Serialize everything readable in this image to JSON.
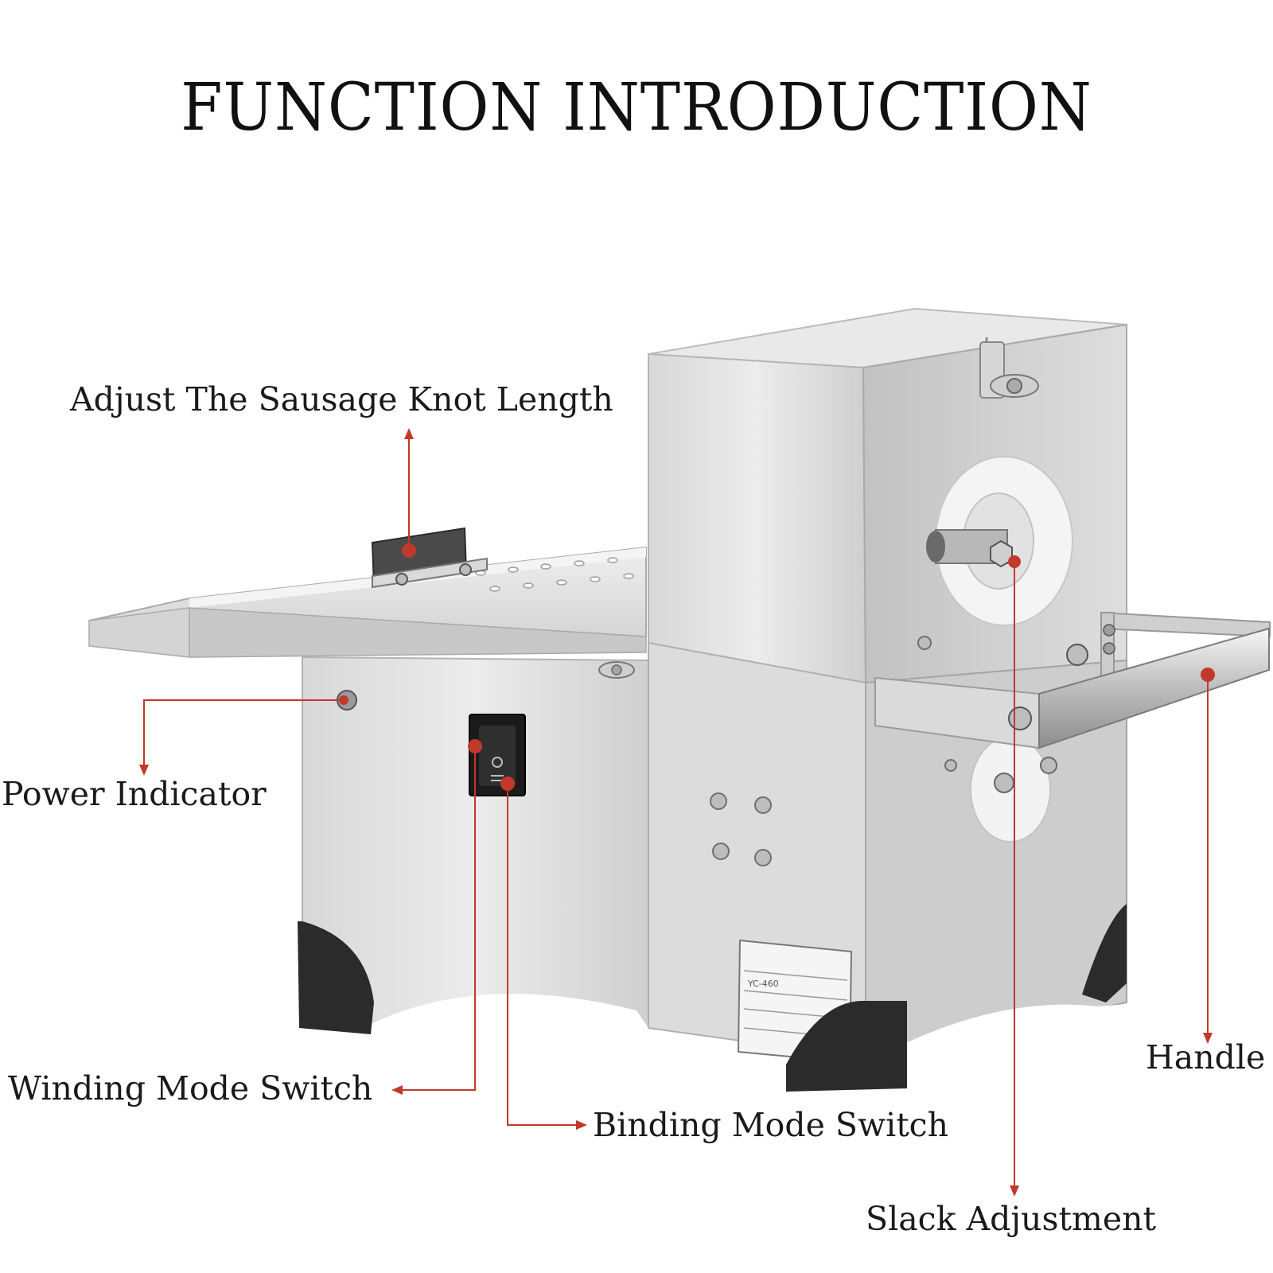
{
  "title": "FUNCTION INTRODUCTION",
  "callouts": {
    "knot_length": "Adjust The Sausage Knot Length",
    "power_indicator": "Power Indicator",
    "winding_mode": "Winding Mode Switch",
    "binding_mode": "Binding Mode Switch",
    "slack": "Slack Adjustment",
    "handle": "Handle"
  },
  "colors": {
    "callout_line": "#c0392b",
    "steel_light": "#e6e6e6",
    "steel_mid": "#c9c9c9",
    "steel_dark": "#a8a8a8",
    "rubber_foot": "#2b2b2b",
    "roller_white": "#f4f4f4",
    "switch_black": "#1b1b1b"
  },
  "label_plate": {
    "lines": [
      "",
      "YC-460",
      "",
      "",
      "",
      ""
    ]
  }
}
